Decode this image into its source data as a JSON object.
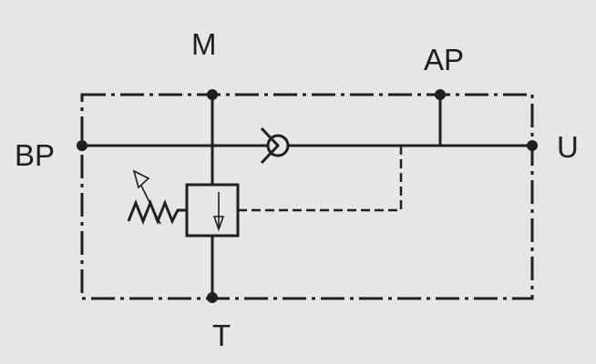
{
  "diagram": {
    "ports": {
      "m": "M",
      "ap": "AP",
      "bp": "BP",
      "u": "U",
      "t": "T"
    },
    "colors": {
      "background": "#e6e6e6",
      "ink": "#1f1f1f"
    }
  }
}
